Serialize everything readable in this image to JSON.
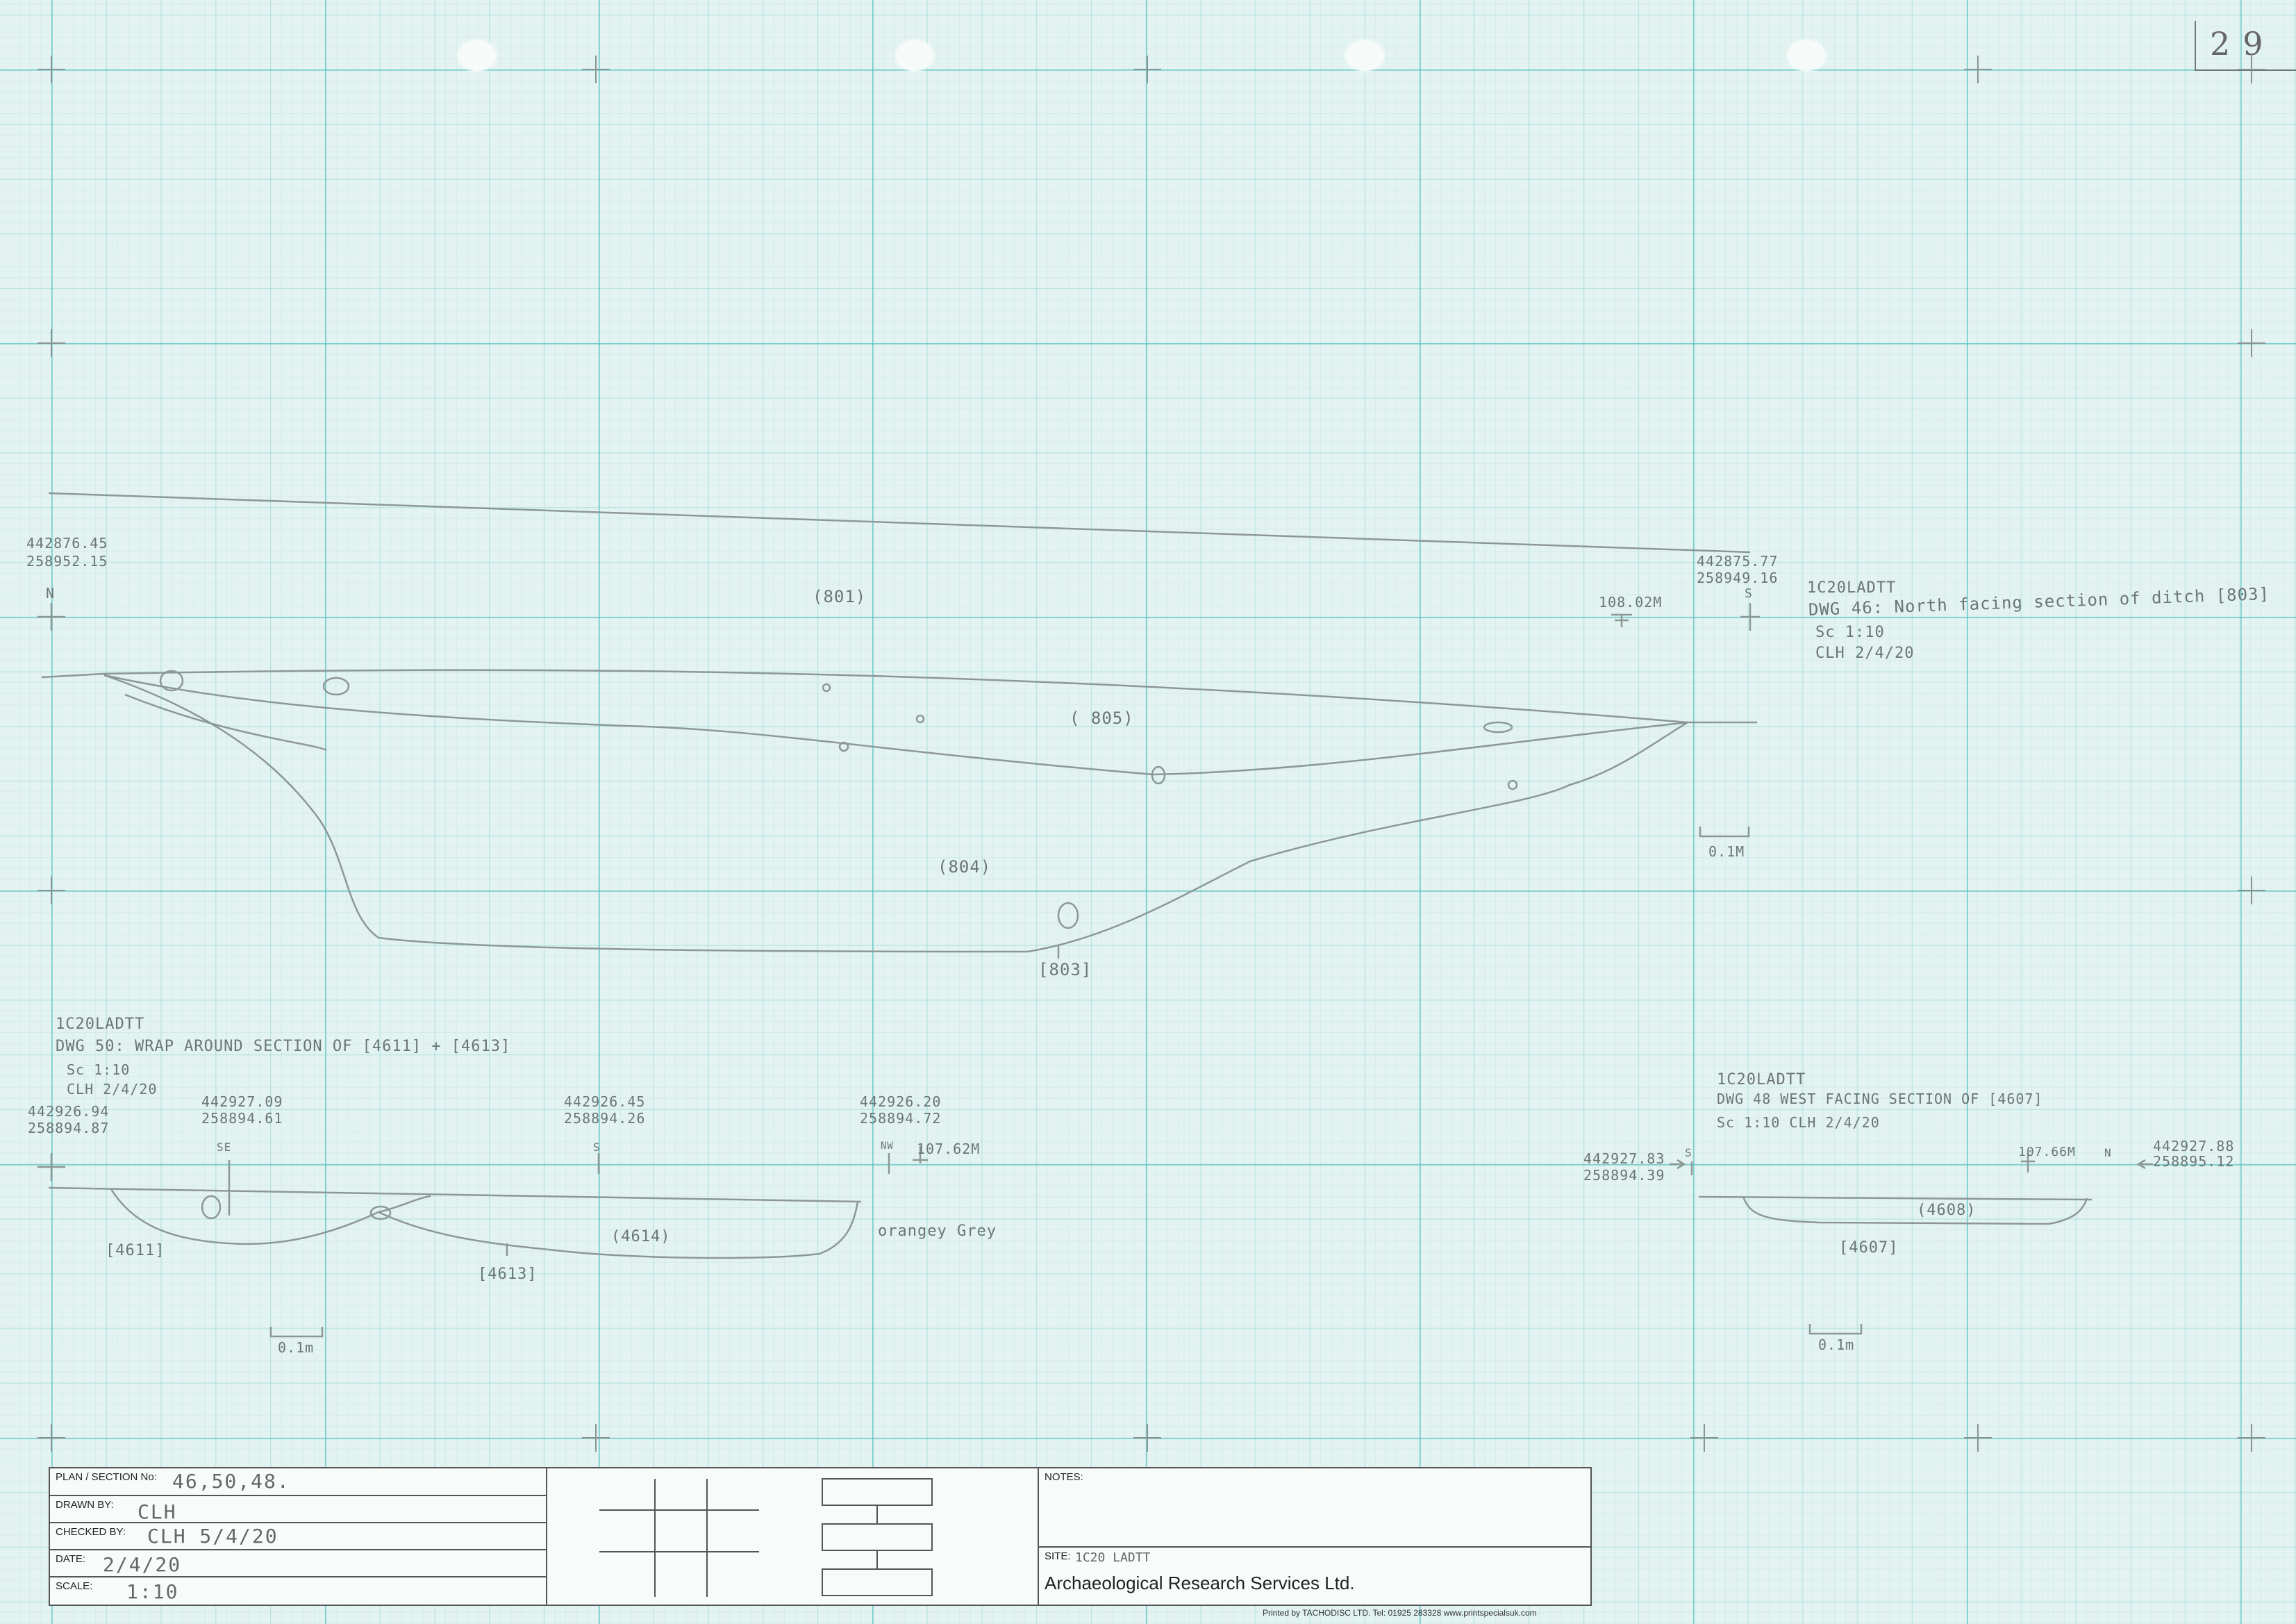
{
  "page_number": "29",
  "section_46": {
    "coord_left": "442876.45\n258952.15",
    "coord_left_l1": "442876.45",
    "coord_left_l2": "258952.15",
    "north": "N",
    "coord_right_l1": "442875.77",
    "coord_right_l2": "258949.16",
    "south": "S",
    "datum": "108.02M",
    "title_l1": "1C20LADTT",
    "title_l2": "DWG 46: North facing section of ditch [803]",
    "title_l3": "Sc 1:10",
    "title_l4": "CLH  2/4/20",
    "ctx_801": "(801)",
    "ctx_805": "( 805)",
    "ctx_804": "(804)",
    "ctx_803": "[803]",
    "scale": "0.1M"
  },
  "section_50": {
    "title_l1": "1C20LADTT",
    "title_l2": "DWG 50: WRAP AROUND SECTION OF [4611] + [4613]",
    "title_l3": "Sc 1:10",
    "title_l4": "CLH  2/4/20",
    "c1_l1": "442926.94",
    "c1_l2": "258894.87",
    "c2_l1": "442927.09",
    "c2_l2": "258894.61",
    "c2_dir": "SE",
    "c3_l1": "442926.45",
    "c3_l2": "258894.26",
    "c3_dir": "S",
    "c4_l1": "442926.20",
    "c4_l2": "258894.72",
    "c4_dir": "NW",
    "datum": "107.62M",
    "ctx_4611": "[4611]",
    "ctx_4613": "[4613]",
    "ctx_4614": "(4614)",
    "note": "orangey Grey",
    "scale": "0.1m"
  },
  "section_48": {
    "title_l1": "1C20LADTT",
    "title_l2": "DWG 48  WEST FACING SECTION OF  [4607]",
    "title_l3": "Sc 1:10   CLH   2/4/20",
    "cl_l1": "442927.83",
    "cl_l2": "258894.39",
    "cl_dir": "S",
    "cr_l1": "442927.88",
    "cr_l2": "258895.12",
    "cr_dir": "N",
    "datum": "107.66M",
    "ctx_4608": "(4608)",
    "ctx_4607": "[4607]",
    "scale": "0.1m"
  },
  "title_block": {
    "plan_label": "PLAN / SECTION No:",
    "plan_value": "46,50,48.",
    "drawn_label": "DRAWN BY:",
    "drawn_value": "CLH",
    "checked_label": "CHECKED BY:",
    "checked_value": "CLH  5/4/20",
    "date_label": "DATE:",
    "date_value": "2/4/20",
    "scale_label": "SCALE:",
    "scale_value": "1:10",
    "notes_label": "NOTES:",
    "site_label": "SITE:",
    "site_value": "1C20 LADTT",
    "company": "Archaeological Research Services Ltd."
  },
  "footer": "Printed by TACHODISC LTD.   Tel: 01925 283328   www.printspecialsuk.com"
}
